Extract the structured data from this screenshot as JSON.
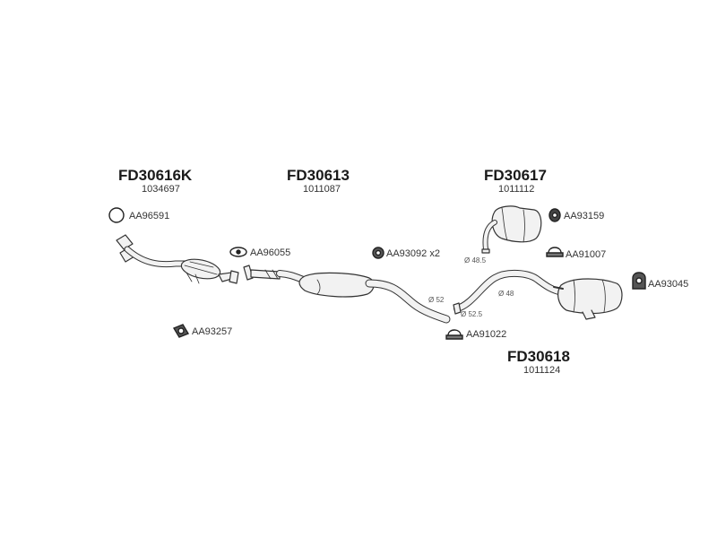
{
  "assemblies": [
    {
      "code": "FD30616K",
      "number": "1034697"
    },
    {
      "code": "FD30613",
      "number": "1011087"
    },
    {
      "code": "FD30617",
      "number": "1011112"
    },
    {
      "code": "FD30618",
      "number": "1011124"
    }
  ],
  "parts": [
    {
      "label": "AA96591",
      "icon": "ring-clamp-icon"
    },
    {
      "label": "AA96055",
      "icon": "flange-gasket-icon"
    },
    {
      "label": "AA93092 x2",
      "icon": "rubber-hanger-icon"
    },
    {
      "label": "AA93257",
      "icon": "rubber-mount-icon"
    },
    {
      "label": "AA91022",
      "icon": "u-bolt-clamp-icon"
    },
    {
      "label": "AA93159",
      "icon": "rubber-hanger-icon"
    },
    {
      "label": "AA91007",
      "icon": "u-bolt-clamp-icon"
    },
    {
      "label": "AA93045",
      "icon": "rubber-mount-icon"
    }
  ],
  "dimensions": [
    "Ø 48.5",
    "Ø 52",
    "Ø 48",
    "Ø 52.5"
  ],
  "colors": {
    "pipe_fill": "#f2f2f2",
    "pipe_stroke": "#333333",
    "text": "#1a1a1a"
  }
}
